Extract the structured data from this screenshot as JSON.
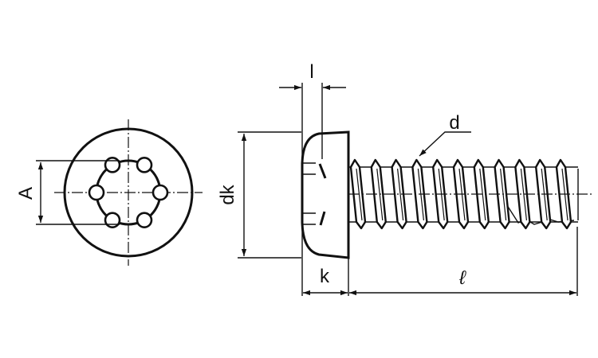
{
  "labels": {
    "A": "A",
    "dk": "dk",
    "l": "l",
    "k": "k",
    "ell": "ℓ",
    "d": "d"
  },
  "colors": {
    "line": "#111111",
    "background": "#ffffff"
  },
  "thread_count": 11
}
